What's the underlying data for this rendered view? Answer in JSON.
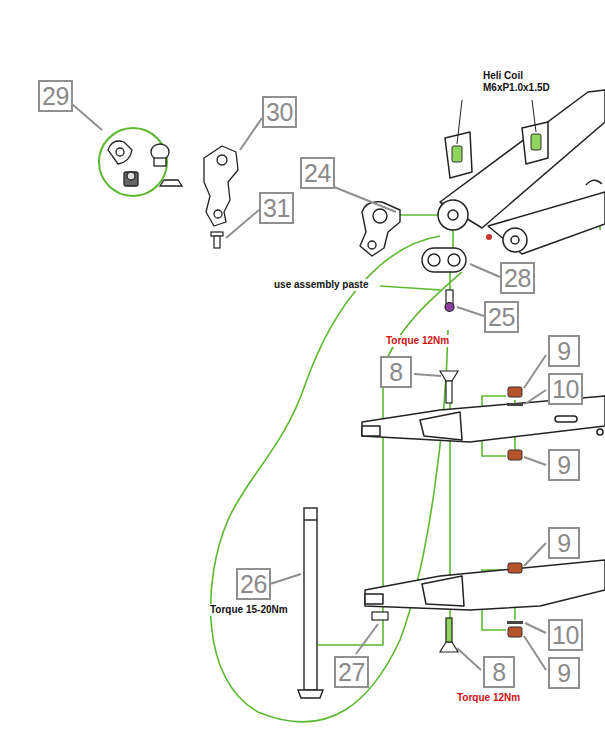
{
  "diagram": {
    "nodes": [
      {
        "text": [
          "29"
        ]
      },
      {
        "text": [
          "30"
        ]
      },
      {
        "text": [
          "24"
        ]
      },
      {
        "text": [
          "31"
        ]
      },
      {
        "text": [
          "28"
        ]
      },
      {
        "text": [
          "25"
        ]
      },
      {
        "text": [
          "8"
        ]
      },
      {
        "text": [
          "9"
        ]
      },
      {
        "text": [
          "10"
        ]
      },
      {
        "text": [
          "9"
        ]
      },
      {
        "text": [
          "9"
        ]
      },
      {
        "text": [
          "26"
        ]
      },
      {
        "text": [
          "10"
        ]
      },
      {
        "text": [
          "27"
        ]
      },
      {
        "text": [
          "8"
        ]
      },
      {
        "text": [
          "9"
        ]
      }
    ],
    "labels": [
      "Heli Coil M6xP1.0x1.5D",
      "use assembly paste",
      "Torque 12Nm",
      "Torque 15-20Nm",
      "Torque 12Nm"
    ]
  }
}
